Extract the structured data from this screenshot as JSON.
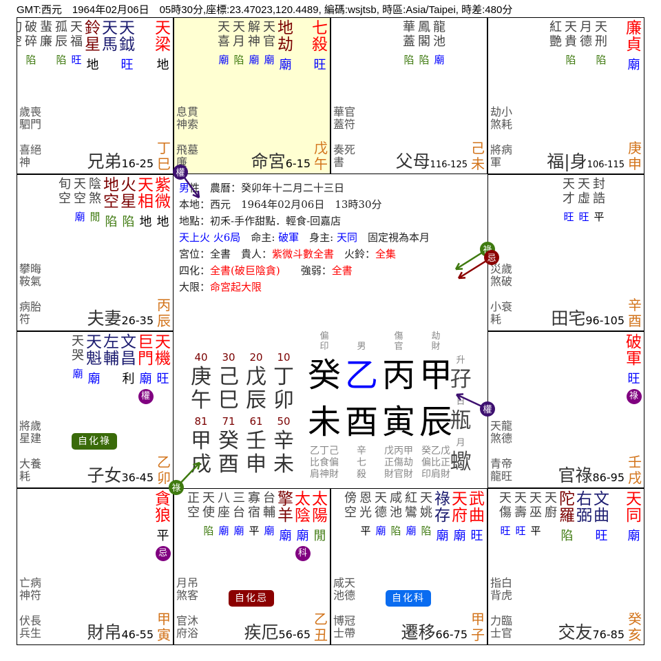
{
  "header": "GMT:西元　1964年02月06日　05時30分,座標:23.47023,120.4489, 編碼:wsjtsb, 時區:Asia/Taipei, 時差:480分",
  "colors": {
    "major": "#ff0000",
    "good": "#1c1c70",
    "bad": "#7a0000",
    "minor": "#444444",
    "bright_strong": "#0000ff",
    "bright_weak": "#3f7a10",
    "bright_neutral": "#000000",
    "stem_branch": "#d2731a",
    "hua_badge": "#800080",
    "highlight": "#ffffd2",
    "self_hua": {
      "自化祿": "#3a6b0a",
      "自化忌": "#8b0000",
      "自化科": "#0a6cf0"
    },
    "info_blue": "#0000ff",
    "info_red": "#ff0000",
    "age": "#7a0000"
  },
  "palaces": [
    {
      "branch": "巳",
      "stem_branch": "丁巳",
      "name": "兄弟",
      "range": "16-25",
      "highlight": false,
      "stars": [
        {
          "name": "天梁",
          "kind": "major",
          "bright": "地"
        },
        {
          "name": "天鉞",
          "kind": "good",
          "bright": "旺"
        },
        {
          "name": "天馬",
          "kind": "good",
          "bright": ""
        },
        {
          "name": "鈴星",
          "kind": "bad",
          "bright": "地"
        },
        {
          "name": "天福",
          "kind": "minor",
          "bright": "旺"
        },
        {
          "name": "孤辰",
          "kind": "minor",
          "bright": "陷"
        },
        {
          "name": "蜚廉",
          "kind": "minor",
          "bright": ""
        },
        {
          "name": "破碎",
          "kind": "minor",
          "bright": "陷"
        },
        {
          "name": "旬空",
          "kind": "minor",
          "bright": ""
        }
      ],
      "gods": [
        [
          "歲喪",
          "駟門"
        ],
        [
          "喜絕",
          "神"
        ]
      ]
    },
    {
      "branch": "午",
      "stem_branch": "戊午",
      "name": "命宮",
      "range": "6-15",
      "highlight": true,
      "stars": [
        {
          "name": "七殺",
          "kind": "major",
          "bright": "旺"
        },
        {
          "name": "地劫",
          "kind": "bad",
          "bright": "廟"
        },
        {
          "name": "天官",
          "kind": "minor",
          "bright": "廟"
        },
        {
          "name": "解神",
          "kind": "minor",
          "bright": "廟"
        },
        {
          "name": "天月",
          "kind": "minor",
          "bright": "陷"
        },
        {
          "name": "天喜",
          "kind": "minor",
          "bright": "廟"
        }
      ],
      "gods": [
        [
          "息貫",
          "神索"
        ],
        [
          "飛墓",
          "廉"
        ]
      ]
    },
    {
      "branch": "未",
      "stem_branch": "己未",
      "name": "父母",
      "range": "116-125",
      "highlight": false,
      "stars": [
        {
          "name": "龍池",
          "kind": "minor",
          "bright": "廟"
        },
        {
          "name": "鳳閣",
          "kind": "minor",
          "bright": "陷"
        },
        {
          "name": "華蓋",
          "kind": "minor",
          "bright": "陷"
        }
      ],
      "gods": [
        [
          "華官",
          "蓋符"
        ],
        [
          "奏死",
          "書"
        ]
      ]
    },
    {
      "branch": "申",
      "stem_branch": "庚申",
      "name": "福|身",
      "range": "106-115",
      "highlight": false,
      "stars": [
        {
          "name": "廉貞",
          "kind": "major",
          "bright": "廟"
        },
        {
          "name": "天刑",
          "kind": "minor",
          "bright": "陷"
        },
        {
          "name": "月德",
          "kind": "minor",
          "bright": ""
        },
        {
          "name": "天貴",
          "kind": "minor",
          "bright": "陷"
        },
        {
          "name": "紅艷",
          "kind": "minor",
          "bright": ""
        }
      ],
      "gods": [
        [
          "劫小",
          "煞耗"
        ],
        [
          "將病",
          "軍"
        ]
      ]
    },
    {
      "branch": "酉",
      "stem_branch": "辛酉",
      "name": "田宅",
      "range": "96-105",
      "highlight": false,
      "stars": [
        {
          "name": "封誥",
          "kind": "minor",
          "bright": "平"
        },
        {
          "name": "天虛",
          "kind": "minor",
          "bright": "旺"
        },
        {
          "name": "天才",
          "kind": "minor",
          "bright": "旺"
        }
      ],
      "gods": [
        [
          "災歲",
          "煞破"
        ],
        [
          "小衰",
          "耗"
        ]
      ]
    },
    {
      "branch": "戌",
      "stem_branch": "壬戌",
      "name": "官祿",
      "range": "86-95",
      "highlight": false,
      "stars": [
        {
          "name": "破軍",
          "kind": "major",
          "bright": "旺",
          "hua": "祿"
        }
      ],
      "gods": [
        [
          "天龍",
          "煞德"
        ],
        [
          "青帝",
          "龍旺"
        ]
      ]
    },
    {
      "branch": "亥",
      "stem_branch": "癸亥",
      "name": "交友",
      "range": "76-85",
      "highlight": false,
      "stars": [
        {
          "name": "天同",
          "kind": "major",
          "bright": "廟"
        },
        {
          "name": "文曲",
          "kind": "good",
          "bright": "旺"
        },
        {
          "name": "右弼",
          "kind": "good",
          "bright": ""
        },
        {
          "name": "陀羅",
          "kind": "bad",
          "bright": "陷"
        },
        {
          "name": "天廚",
          "kind": "minor",
          "bright": ""
        },
        {
          "name": "天巫",
          "kind": "minor",
          "bright": "平"
        },
        {
          "name": "天壽",
          "kind": "minor",
          "bright": "旺"
        },
        {
          "name": "天傷",
          "kind": "minor",
          "bright": "旺"
        }
      ],
      "gods": [
        [
          "指白",
          "背虎"
        ],
        [
          "力臨",
          "士官"
        ]
      ]
    },
    {
      "branch": "子",
      "stem_branch": "甲子",
      "name": "遷移",
      "range": "66-75",
      "highlight": false,
      "self_hua": "自化科",
      "stars": [
        {
          "name": "武曲",
          "kind": "major",
          "bright": "旺"
        },
        {
          "name": "天府",
          "kind": "major",
          "bright": "廟"
        },
        {
          "name": "祿存",
          "kind": "good",
          "bright": "廟"
        },
        {
          "name": "天姚",
          "kind": "minor",
          "bright": "陷"
        },
        {
          "name": "紅鸞",
          "kind": "minor",
          "bright": "廟"
        },
        {
          "name": "咸池",
          "kind": "minor",
          "bright": "陷"
        },
        {
          "name": "天德",
          "kind": "minor",
          "bright": "廟"
        },
        {
          "name": "恩光",
          "kind": "minor",
          "bright": "平"
        },
        {
          "name": "傍空",
          "kind": "minor",
          "bright": ""
        }
      ],
      "gods": [
        [
          "咸天",
          "池德"
        ],
        [
          "博冠",
          "士帶"
        ]
      ]
    },
    {
      "branch": "丑",
      "stem_branch": "乙丑",
      "name": "疾厄",
      "range": "56-65",
      "highlight": false,
      "self_hua": "自化忌",
      "stars": [
        {
          "name": "太陽",
          "kind": "major",
          "bright": "閒"
        },
        {
          "name": "太陰",
          "kind": "major",
          "bright": "廟",
          "hua": "科"
        },
        {
          "name": "擎羊",
          "kind": "bad",
          "bright": "廟"
        },
        {
          "name": "台輔",
          "kind": "minor",
          "bright": "廟"
        },
        {
          "name": "寡宿",
          "kind": "minor",
          "bright": "平"
        },
        {
          "name": "三台",
          "kind": "minor",
          "bright": "廟"
        },
        {
          "name": "八座",
          "kind": "minor",
          "bright": "廟"
        },
        {
          "name": "天使",
          "kind": "minor",
          "bright": "陷"
        },
        {
          "name": "正空",
          "kind": "minor",
          "bright": ""
        }
      ],
      "gods": [
        [
          "月吊",
          "煞客"
        ],
        [
          "官沐",
          "府浴"
        ]
      ]
    },
    {
      "branch": "寅",
      "stem_branch": "甲寅",
      "name": "財帛",
      "range": "46-55",
      "highlight": false,
      "stars": [
        {
          "name": "貪狼",
          "kind": "major",
          "bright": "平",
          "hua": "忌"
        }
      ],
      "gods": [
        [
          "亡病",
          "神符"
        ],
        [
          "伏長",
          "兵生"
        ]
      ]
    },
    {
      "branch": "卯",
      "stem_branch": "乙卯",
      "name": "子女",
      "range": "36-45",
      "highlight": false,
      "self_hua": "自化祿",
      "stars": [
        {
          "name": "天機",
          "kind": "major",
          "bright": "旺"
        },
        {
          "name": "巨門",
          "kind": "major",
          "bright": "廟",
          "hua": "權"
        },
        {
          "name": "文昌",
          "kind": "good",
          "bright": "利"
        },
        {
          "name": "左輔",
          "kind": "good",
          "bright": ""
        },
        {
          "name": "天魁",
          "kind": "good",
          "bright": "廟"
        },
        {
          "name": "天哭",
          "kind": "minor",
          "bright": "廟"
        }
      ],
      "gods": [
        [
          "將歲",
          "星建"
        ],
        [
          "大養",
          "耗"
        ]
      ]
    },
    {
      "branch": "辰",
      "stem_branch": "丙辰",
      "name": "夫妻",
      "range": "26-35",
      "highlight": false,
      "stars": [
        {
          "name": "紫微",
          "kind": "major",
          "bright": "地"
        },
        {
          "name": "天相",
          "kind": "major",
          "bright": "地"
        },
        {
          "name": "火星",
          "kind": "bad",
          "bright": "陷"
        },
        {
          "name": "地空",
          "kind": "bad",
          "bright": "陷"
        },
        {
          "name": "陰煞",
          "kind": "minor",
          "bright": "閒"
        },
        {
          "name": "天空",
          "kind": "minor",
          "bright": "廟"
        },
        {
          "name": "旬空",
          "kind": "minor",
          "bright": ""
        }
      ],
      "gods": [
        [
          "攀晦",
          "鞍氣"
        ],
        [
          "病胎",
          "符"
        ]
      ]
    }
  ],
  "info": [
    [
      {
        "t": "男",
        "c": "blue"
      },
      {
        "t": "性　農曆：癸卯年十二月二十三日",
        "c": ""
      }
    ],
    [
      {
        "t": "本地：西元　1964年02月06日　13時30分",
        "c": ""
      }
    ],
    [
      {
        "t": "地點：初禾-手作甜點．輕食-回嘉店",
        "c": ""
      }
    ],
    [
      {
        "t": "天上火 火6局",
        "c": "blue"
      },
      {
        "t": "　命主: ",
        "c": ""
      },
      {
        "t": "破軍",
        "c": "blue"
      },
      {
        "t": "　身主: ",
        "c": ""
      },
      {
        "t": "天同",
        "c": "blue"
      },
      {
        "t": "　固定視為本月",
        "c": ""
      }
    ],
    [
      {
        "t": "宮位：全書　貴人：",
        "c": ""
      },
      {
        "t": "紫微斗數全書",
        "c": "red"
      },
      {
        "t": "　火鈴：",
        "c": ""
      },
      {
        "t": "全集",
        "c": "red"
      }
    ],
    [
      {
        "t": "四化：",
        "c": ""
      },
      {
        "t": "全書(破巨陰貪)",
        "c": "red"
      },
      {
        "t": "　　強弱：",
        "c": ""
      },
      {
        "t": "全書",
        "c": "red"
      }
    ],
    [
      {
        "t": "大限：",
        "c": ""
      },
      {
        "t": "命宮起大限",
        "c": "red"
      }
    ]
  ],
  "luck_pillars": [
    {
      "age": "40",
      "stem": "庚",
      "branch": "午"
    },
    {
      "age": "30",
      "stem": "己",
      "branch": "巳"
    },
    {
      "age": "20",
      "stem": "戊",
      "branch": "辰"
    },
    {
      "age": "10",
      "stem": "丁",
      "branch": "卯"
    },
    {
      "age": "81",
      "stem": "甲",
      "branch": "戌"
    },
    {
      "age": "71",
      "stem": "癸",
      "branch": "酉"
    },
    {
      "age": "61",
      "stem": "壬",
      "branch": "申"
    },
    {
      "age": "50",
      "stem": "辛",
      "branch": "未"
    }
  ],
  "pillars": [
    {
      "ten_god": [
        "偏",
        "印"
      ],
      "stem": "癸",
      "branch": "未",
      "hidden": [
        "乙丁己",
        "比食偏",
        "肩神財"
      ]
    },
    {
      "ten_god": [
        "",
        "男"
      ],
      "stem": "乙",
      "branch": "酉",
      "hidden": [
        "辛",
        "七",
        "殺"
      ],
      "stem_color": "#0000ff"
    },
    {
      "ten_god": [
        "傷",
        "官"
      ],
      "stem": "丙",
      "branch": "寅",
      "hidden": [
        "戊丙甲",
        "正傷劫",
        "財官財"
      ]
    },
    {
      "ten_god": [
        "劫",
        "財"
      ],
      "stem": "甲",
      "branch": "辰",
      "hidden": [
        "癸乙戊",
        "偏比正",
        "印肩財"
      ]
    }
  ],
  "signs": [
    {
      "label": "升",
      "value": "孖"
    },
    {
      "label": "日",
      "value": "瓶"
    },
    {
      "label": "月",
      "value": "蠍"
    }
  ],
  "flying_hua": [
    {
      "label": "權",
      "color": "#3d1070"
    },
    {
      "label": "祿",
      "color": "#3f7a10"
    },
    {
      "label": "忌",
      "color": "#8b0000"
    },
    {
      "label": "權",
      "color": "#3d1070"
    },
    {
      "label": "祿",
      "color": "#3f7a10"
    }
  ]
}
